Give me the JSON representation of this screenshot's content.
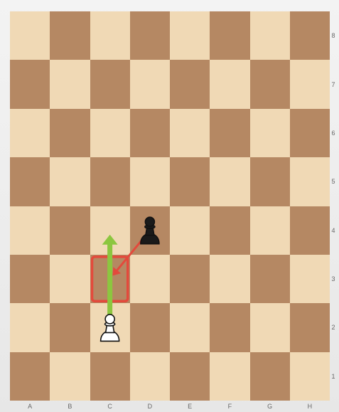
{
  "board": {
    "files": [
      "A",
      "B",
      "C",
      "D",
      "E",
      "F",
      "G",
      "H"
    ],
    "ranks": [
      "8",
      "7",
      "6",
      "5",
      "4",
      "3",
      "2",
      "1"
    ],
    "light_color": "#f0d9b5",
    "dark_color": "#b58863"
  },
  "pieces": [
    {
      "name": "white-pawn",
      "square": "c2",
      "color": "white",
      "type": "pawn"
    },
    {
      "name": "black-pawn",
      "square": "d4",
      "color": "black",
      "type": "pawn"
    }
  ],
  "highlight": {
    "square": "c3",
    "color": "#e34a3c"
  },
  "arrows": [
    {
      "name": "green-arrow",
      "from": "c2",
      "to": "c4",
      "color": "#8cc63f"
    },
    {
      "name": "red-arrow",
      "from": "d4",
      "to": "c3",
      "color": "#e34a3c"
    }
  ]
}
